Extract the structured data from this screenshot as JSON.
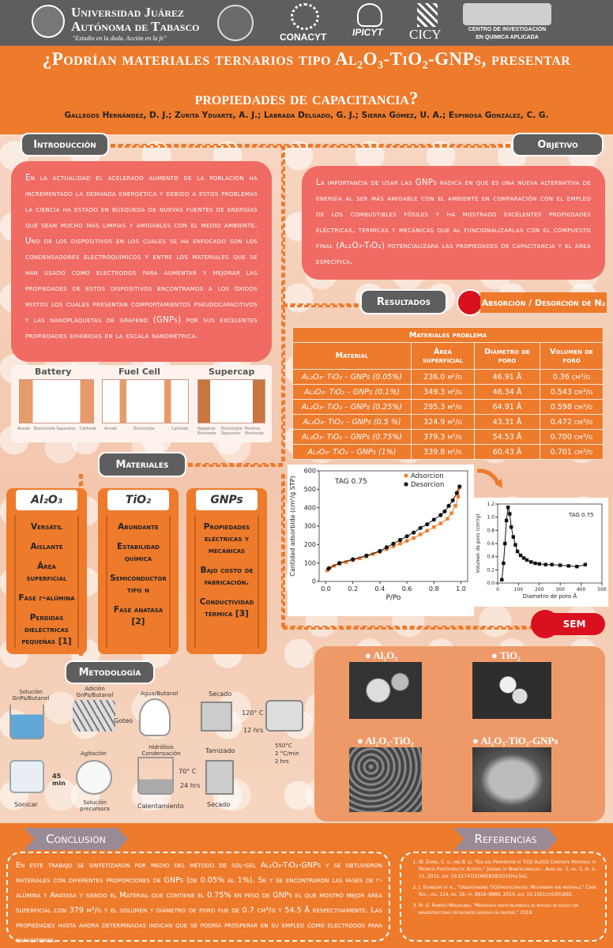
{
  "header": {
    "university_name_1": "Universidad Juárez",
    "university_name_2": "Autónoma de Tabasco",
    "motto": "\"Estudio en la duda. Acción en la fe\"",
    "logo_conacyt": "CONACYT",
    "logo_ipicyt": "IPICYT",
    "logo_cicy": "CICY",
    "logo_ciqa_1": "Centro de investigacion",
    "logo_ciqa_2": "en quimica aplicada"
  },
  "title_line1": "¿Podrían materiales ternarios tipo Al₂O₃-TiO₂-GNPs, presentar",
  "title_line2": "propiedades de capacitancia?",
  "authors": "Gallegos Hernández, D. J.; Zurita Yduarte, A. J.; Labrada Delgado, G. J.; Sierra Gómez, U. A.; Espinosa González, C. G.",
  "introduccion": {
    "heading": "Introducción",
    "text": "En la actualidad el acelerado aumento de la población ha incrementado la demanda energética y debido a estos problemas la ciencia ha estado en búsqueda de nuevas fuentes de energías que sean mucho más limpias y amigables con el medio ambiente. Uno de los dispositivos en los cuales se ha enfocado son los condensadores electroquímicos y entre los materiales que se han usado como electrodos para aumentar y mejorar las propiedades de estos dispositivos encontramos a los óxidos mixtos los cuales presentan comportamientos pseudocapacitivos y las nanoplaquetas de grafeno (GNPs) por sus excelentes propiedades exhibidas en la escala nanométrica."
  },
  "devices": {
    "battery": "Battery",
    "fuel_cell": "Fuel Cell",
    "supercap": "Supercap",
    "battery_labels": [
      "Anode",
      "Electrolyte Separator",
      "Cathode"
    ],
    "fuel_labels": [
      "Anode",
      "Electrolyte",
      "Cathode"
    ],
    "supercap_labels": [
      "Negative Electrode",
      "Electrolyte Separator",
      "Positive Electrode"
    ]
  },
  "objetivo": {
    "heading": "Objetivo",
    "text": "La importancia de usar las GNPs radica en que es una nueva alternativa de energía al ser más amigable con el ambiente en comparación con el empleo de los combustibles fósiles y ha mostrado excelentes propiedades eléctricas, térmicas y mecánicas que al funcionalizarlas con el compuesto final (Al₂O₃-TiO₂) potencializara las propiedades de capacitancia y el área específica."
  },
  "resultados": {
    "heading": "Resultados",
    "adsorcion_heading": "Absorción / Desorción de N₂",
    "table": {
      "title": "Materiales problema",
      "headers": [
        "Material",
        "Área superficial",
        "Diámetro de poro",
        "Volumen de poro"
      ],
      "rows": [
        [
          "Al₂O₃- TiO₂ – GNPs (0.05%)",
          "236.0 m²/g",
          "46.91 Å",
          "0.36 cm³/g"
        ],
        [
          "Al₂O₃- TiO₂ – GNPs (0.1%)",
          "349.3 m²/g",
          "46.34 Å",
          "0.543 cm³/g"
        ],
        [
          "Al₂O₃- TiO₂ – GNPs (0.25%)",
          "295.3 m²/g",
          "64.91 Å",
          "0.598 cm³/g"
        ],
        [
          "Al₂O₃- TiO₂ – GNPs (0.5 %)",
          "324.9 m²/g",
          "43.31 Å",
          "0.472 cm³/g"
        ],
        [
          "Al₂O₃- TiO₂ – GNPs (0.75%)",
          "379.3 m²/g",
          "54.53 Å",
          "0.700 cm³/g"
        ],
        [
          "Al₂O₃- TiO₂ – GNPs (1%)",
          "339.8 m²/g",
          "60.43 Å",
          "0.701 cm³/g"
        ]
      ]
    }
  },
  "chart_data": [
    {
      "type": "scatter",
      "title": "TAG 0.75",
      "xlabel": "P/Po",
      "ylabel": "Cantidad adsorbida (cm³/g STP)",
      "xlim": [
        -0.05,
        1.05
      ],
      "ylim": [
        0,
        600
      ],
      "xticks": [
        "0.0",
        "0.2",
        "0.4",
        "0.6",
        "0.8",
        "1.0"
      ],
      "yticks": [
        "0",
        "100",
        "200",
        "300",
        "400",
        "500",
        "600"
      ],
      "legend": "top-right",
      "series": [
        {
          "name": "Adsorcion",
          "color": "#ee7a2c",
          "marker": "square",
          "x": [
            0.01,
            0.03,
            0.06,
            0.1,
            0.15,
            0.2,
            0.25,
            0.3,
            0.35,
            0.4,
            0.45,
            0.5,
            0.55,
            0.6,
            0.65,
            0.7,
            0.75,
            0.8,
            0.85,
            0.9,
            0.93,
            0.96,
            0.98,
            0.99
          ],
          "y": [
            60,
            75,
            85,
            95,
            105,
            115,
            125,
            135,
            148,
            160,
            175,
            190,
            205,
            220,
            235,
            255,
            275,
            295,
            315,
            340,
            370,
            410,
            460,
            510
          ]
        },
        {
          "name": "Desorcion",
          "color": "#111111",
          "marker": "circle",
          "x": [
            0.02,
            0.1,
            0.2,
            0.3,
            0.4,
            0.45,
            0.5,
            0.55,
            0.6,
            0.65,
            0.7,
            0.75,
            0.8,
            0.85,
            0.88,
            0.91,
            0.94,
            0.97,
            0.99
          ],
          "y": [
            70,
            100,
            120,
            140,
            165,
            185,
            205,
            225,
            245,
            265,
            290,
            310,
            335,
            360,
            380,
            410,
            440,
            480,
            515
          ]
        }
      ]
    },
    {
      "type": "line",
      "title": "TAG 0.75",
      "xlabel": "Diametro de poro Å",
      "ylabel": "Volumen de poro (cm³/g)",
      "xlim": [
        0,
        500
      ],
      "ylim": [
        0,
        1.2
      ],
      "xticks": [
        "0",
        "100",
        "200",
        "300",
        "400",
        "500"
      ],
      "yticks": [
        "0.0",
        "0.2",
        "0.4",
        "0.6",
        "0.8",
        "1.0",
        "1.2"
      ],
      "series": [
        {
          "name": "",
          "color": "#111111",
          "marker": "square",
          "x": [
            20,
            28,
            35,
            42,
            50,
            58,
            65,
            75,
            85,
            95,
            110,
            125,
            140,
            160,
            180,
            200,
            230,
            260,
            300,
            340,
            380,
            420
          ],
          "y": [
            0.05,
            0.3,
            0.6,
            0.95,
            1.15,
            1.05,
            0.85,
            0.7,
            0.58,
            0.48,
            0.42,
            0.38,
            0.35,
            0.32,
            0.3,
            0.29,
            0.28,
            0.28,
            0.27,
            0.26,
            0.25,
            0.28
          ]
        }
      ]
    }
  ],
  "sem": {
    "heading": "SEM",
    "labels": [
      "Al₂O₃",
      "TiO₂",
      "Al₂O₃-TiO₂",
      "Al₂O₃-TiO₂-GNPs"
    ]
  },
  "materiales": {
    "heading": "Materiales",
    "columns": [
      {
        "title": "Al₂O₃",
        "items": [
          "Versátil",
          "Aislante",
          "Área superficial",
          "Fase γ-alúmina",
          "Perdidas dieléctricas pequeñas [1]"
        ]
      },
      {
        "title": "TiO₂",
        "items": [
          "Abundante",
          "Estabilidad química",
          "Semiconductor tipo n",
          "Fase anatasa [2]"
        ]
      },
      {
        "title": "GNPs",
        "items": [
          "Propiedades eléctricas y mecánicas",
          "Bajo costo de fabricación.",
          "Conductividad térmica [3]"
        ]
      }
    ]
  },
  "metodologia": {
    "heading": "Metodología",
    "steps": [
      "Solución GnPs/Butanol",
      "Adición GnPs/Butanol",
      "Agua/Butanol",
      "Secado",
      "Goteo",
      "Agitación",
      "Hidrólisis Condensación",
      "Tamizado",
      "Sonicar",
      "Solución precursora",
      "Calentamiento",
      "Secado"
    ],
    "params": [
      "45 min",
      "120° C",
      "12 hrs",
      "70° C",
      "24 hrs",
      "550°C",
      "2 °C/min",
      "2 hrs"
    ]
  },
  "conclusion": {
    "heading": "Conclusión",
    "text": "En este trabajo se sintetizaron por medio del método de sol-gel Al₂O₃-TiO₂-GNPs y se obtuvieron materiales con diferentes proporciones de GNPs (de 0.05% al 1%). Se y se encontraron las fases de γ-alúmina y Anatasa y siendo el Material que contiene el 0.75% en peso de GNPs el que mostró mejor área superficial con 379 m²/g y el volumen y diámetro de poro fue de 0.7 cm³/g y 54.5 Å respectivamente. Las propiedades hasta ahora determinadas indican que se podría prosperar en su empleo como electrodos para capacitores."
  },
  "referencias": {
    "heading": "Referencias",
    "items": [
      "W. Zhang, C. Li, and B. Li, \"Sol-gel Preparation of TiO2-Al2O3 Composite Materials to Promote Photocatalytic Activity,\" Journal of Nanotechnology - Arab vol. 5, no. 1, pp. 1–11, 2015, doi: 10.21747/21665818/2015/vol5n1.",
      "J. Schneider et al., \"Understanding TiO2photocatalysis: Mechanisms and materials,\" Chem. Rev., vol. 114, no. 19, pp. 9919–9986, 2014, doi: 10.1021/cr5001892.",
      "M. G. Ramírez Magdaleno, \"Materiales multifuncionales de nitruro de silicio con nanoestructuras reforzantes basadas en grafeno,\" 2018."
    ]
  },
  "colors": {
    "orange": "#ee7a2c",
    "gray": "#5e5e5e",
    "red": "#ef6b63",
    "bg": "#fbe6d8"
  }
}
